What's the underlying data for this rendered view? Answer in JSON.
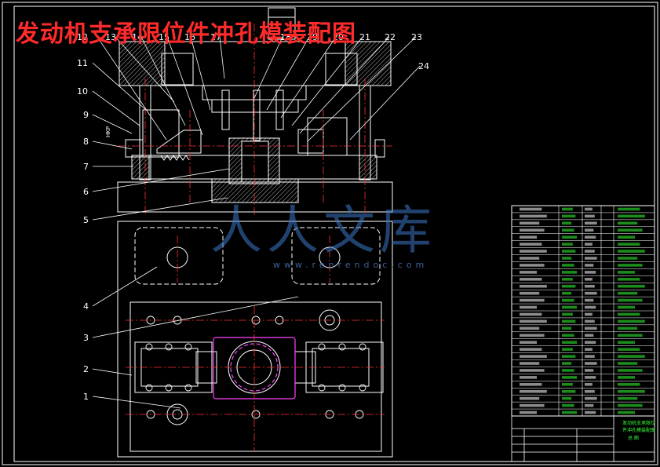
{
  "title": "发动机支承限位件冲孔模装配图",
  "watermark": {
    "text": "人人文库",
    "url": "www.renrendoc.com"
  },
  "side_note": "HKP",
  "part_labels": [
    "1",
    "2",
    "3",
    "4",
    "5",
    "6",
    "7",
    "8",
    "9",
    "10",
    "11",
    "12",
    "13",
    "14",
    "15",
    "16",
    "17",
    "18",
    "19",
    "20",
    "21",
    "22",
    "23",
    "24"
  ],
  "title_block": {
    "line1": "发动机支承限位",
    "line2": "件冲孔模装配图",
    "line3": "总 图"
  },
  "colors": {
    "line": "#ffffff",
    "red": "#ff3030",
    "green": "#33ff33",
    "magenta": "#ff44ff",
    "yellow": "#ffff44",
    "title": "#ff2a2a"
  }
}
